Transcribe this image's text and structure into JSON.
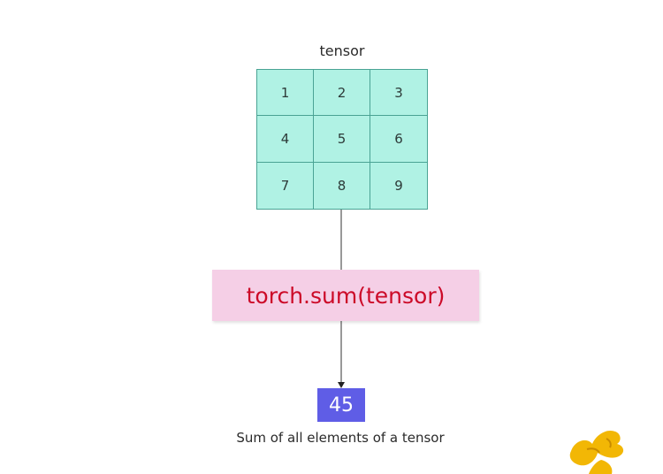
{
  "tensor_label": "tensor",
  "tensor_values": [
    [
      "1",
      "2",
      "3"
    ],
    [
      "4",
      "5",
      "6"
    ],
    [
      "7",
      "8",
      "9"
    ]
  ],
  "operation": "torch.sum(tensor)",
  "result": "45",
  "caption": "Sum of all elements of a tensor",
  "colors": {
    "cell_fill": "#b0f2e4",
    "cell_border": "#4aa394",
    "op_fill": "#f5cfe6",
    "op_text": "#cc0a28",
    "result_fill": "#5f5de6",
    "logo": "#f2b705"
  }
}
